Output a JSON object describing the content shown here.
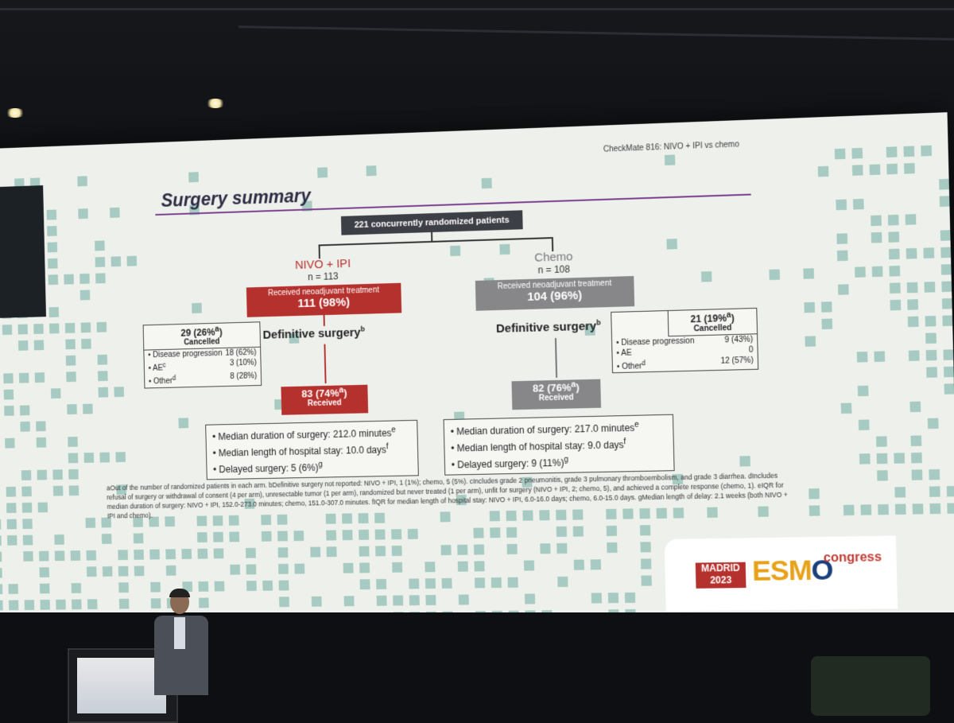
{
  "slide": {
    "study_tag": "CheckMate 816: NIVO + IPI vs chemo",
    "title": "Surgery summary",
    "randomized": "221 concurrently randomized patients",
    "left_arm": {
      "name": "NIVO + IPI",
      "n": "n = 113",
      "treatment_label": "Received neoadjuvant treatment",
      "treatment_value": "111 (98%)",
      "definitive": "Definitive surgery",
      "definitive_sup": "b",
      "cancelled_value": "29 (26%",
      "cancelled_sup": "a",
      "cancelled_close": ")",
      "cancelled_label": "Cancelled",
      "reasons": [
        {
          "label": "• Disease progression",
          "value": "18 (62%)"
        },
        {
          "label": "• AE",
          "sup": "c",
          "value": "3 (10%)"
        },
        {
          "label": "• Other",
          "sup": "d",
          "value": "8 (28%)"
        }
      ],
      "received_value": "83 (74%",
      "received_sup": "a",
      "received_close": ")",
      "received_label": "Received",
      "stats": [
        {
          "text": "• Median duration of surgery: 212.0 minutes",
          "sup": "e"
        },
        {
          "text": "• Median length of hospital stay: 10.0 days",
          "sup": "f"
        },
        {
          "text": "• Delayed surgery: 5 (6%)",
          "sup": "g"
        }
      ]
    },
    "right_arm": {
      "name": "Chemo",
      "n": "n = 108",
      "treatment_label": "Received neoadjuvant treatment",
      "treatment_value": "104 (96%)",
      "definitive": "Definitive surgery",
      "definitive_sup": "b",
      "cancelled_value": "21 (19%",
      "cancelled_sup": "a",
      "cancelled_close": ")",
      "cancelled_label": "Cancelled",
      "reasons": [
        {
          "label": "• Disease progression",
          "value": "9 (43%)"
        },
        {
          "label": "• AE",
          "value": "0"
        },
        {
          "label": "• Other",
          "sup": "d",
          "value": "12 (57%)"
        }
      ],
      "received_value": "82 (76%",
      "received_sup": "a",
      "received_close": ")",
      "received_label": "Received",
      "stats": [
        {
          "text": "• Median duration of surgery: 217.0 minutes",
          "sup": "e"
        },
        {
          "text": "• Median length of hospital stay: 9.0 days",
          "sup": "f"
        },
        {
          "text": "• Delayed surgery: 9 (11%)",
          "sup": "g"
        }
      ]
    },
    "footnote": "aOut of the number of randomized patients in each arm. bDefinitive surgery not reported: NIVO + IPI, 1 (1%); chemo, 5 (5%). cIncludes grade 2 pneumonitis, grade 3 pulmonary thromboembolism, and grade 3 diarrhea. dIncludes refusal of surgery or withdrawal of consent (4 per arm), unresectable tumor (1 per arm), randomized but never treated (1 per arm), unfit for surgery (NIVO + IPI, 2; chemo, 5), and achieved a complete response (chemo, 1). eIQR for median duration of surgery: NIVO + IPI, 152.0-273.0 minutes; chemo, 151.0-307.0 minutes. fIQR for median length of hospital stay: NIVO + IPI, 6.0-16.0 days; chemo, 6.0-15.0 days. gMedian length of delay: 2.1 weeks (both NIVO + IPI and chemo).",
    "logo": {
      "city": "MADRID",
      "year": "2023",
      "brand_a": "ESM",
      "brand_b": "O",
      "congress": "congress"
    }
  },
  "colors": {
    "nivo_red": "#b5312d",
    "chemo_gray": "#87878a",
    "title_rule": "#7b3e8e",
    "grid_teal": "#a7cbc3"
  }
}
